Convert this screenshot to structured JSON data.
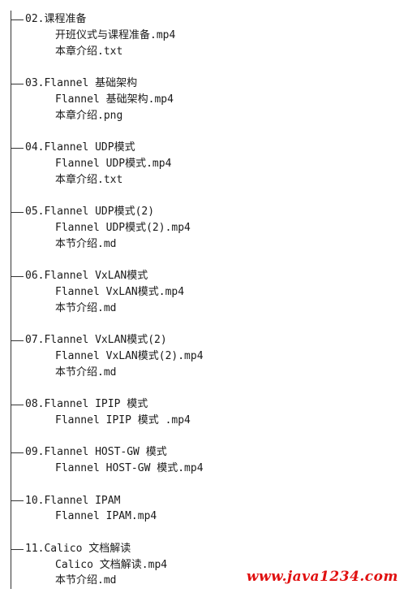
{
  "sections": [
    {
      "heading": "02.课程准备",
      "files": [
        "开班仪式与课程准备.mp4",
        "本章介绍.txt"
      ]
    },
    {
      "heading": "03.Flannel 基础架构",
      "files": [
        "Flannel 基础架构.mp4",
        "本章介绍.png"
      ]
    },
    {
      "heading": "04.Flannel UDP模式",
      "files": [
        "Flannel UDP模式.mp4",
        "本章介绍.txt"
      ]
    },
    {
      "heading": "05.Flannel UDP模式(2)",
      "files": [
        "Flannel UDP模式(2).mp4",
        "本节介绍.md"
      ]
    },
    {
      "heading": "06.Flannel VxLAN模式",
      "files": [
        "Flannel VxLAN模式.mp4",
        "本节介绍.md"
      ]
    },
    {
      "heading": "07.Flannel VxLAN模式(2)",
      "files": [
        "Flannel VxLAN模式(2).mp4",
        "本节介绍.md"
      ]
    },
    {
      "heading": "08.Flannel IPIP 模式",
      "files": [
        "Flannel IPIP 模式 .mp4"
      ]
    },
    {
      "heading": "09.Flannel HOST-GW 模式",
      "files": [
        "Flannel HOST-GW 模式.mp4"
      ]
    },
    {
      "heading": "10.Flannel IPAM",
      "files": [
        "Flannel IPAM.mp4"
      ]
    },
    {
      "heading": "11.Calico 文档解读",
      "files": [
        "Calico 文档解读.mp4",
        "本节介绍.md"
      ]
    }
  ],
  "watermark": "www.java1234.com"
}
